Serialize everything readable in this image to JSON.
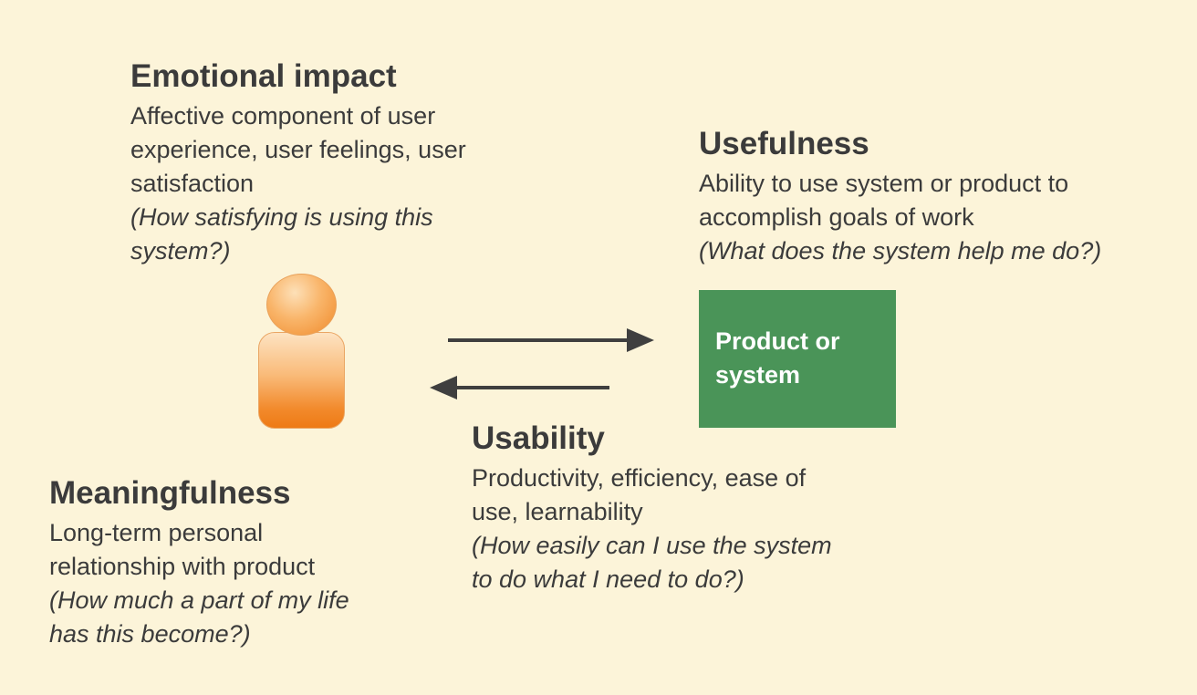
{
  "emotional": {
    "heading": "Emotional impact",
    "desc_lines": [
      "Affective component of user",
      "experience, user feelings, user",
      "satisfaction"
    ],
    "question_lines": [
      "(How satisfying is using this",
      "system?)"
    ]
  },
  "usefulness": {
    "heading": "Usefulness",
    "desc_lines": [
      "Ability to use system or product to",
      "accomplish goals of work"
    ],
    "question_lines": [
      "(What does the system help me do?)"
    ]
  },
  "product": {
    "label_lines": [
      "Product or",
      "system"
    ],
    "color": "#4a9458"
  },
  "usability": {
    "heading": "Usability",
    "desc_lines": [
      "Productivity, efficiency, ease of",
      "use, learnability"
    ],
    "question_lines": [
      "(How easily can I use the system",
      "to do what I need to do?)"
    ]
  },
  "meaningfulness": {
    "heading": "Meaningfulness",
    "desc_lines": [
      "Long-term personal",
      "relationship with product"
    ],
    "question_lines": [
      "(How much a part of my life",
      "has this become?)"
    ]
  },
  "colors": {
    "background": "#fcf4d9",
    "text": "#3b3b3b",
    "arrow": "#3f3f3f",
    "user_figure": "#f08a2a"
  },
  "icons": {
    "user": "user-figure-icon",
    "arrow_right": "arrow-right-icon",
    "arrow_left": "arrow-left-icon"
  }
}
